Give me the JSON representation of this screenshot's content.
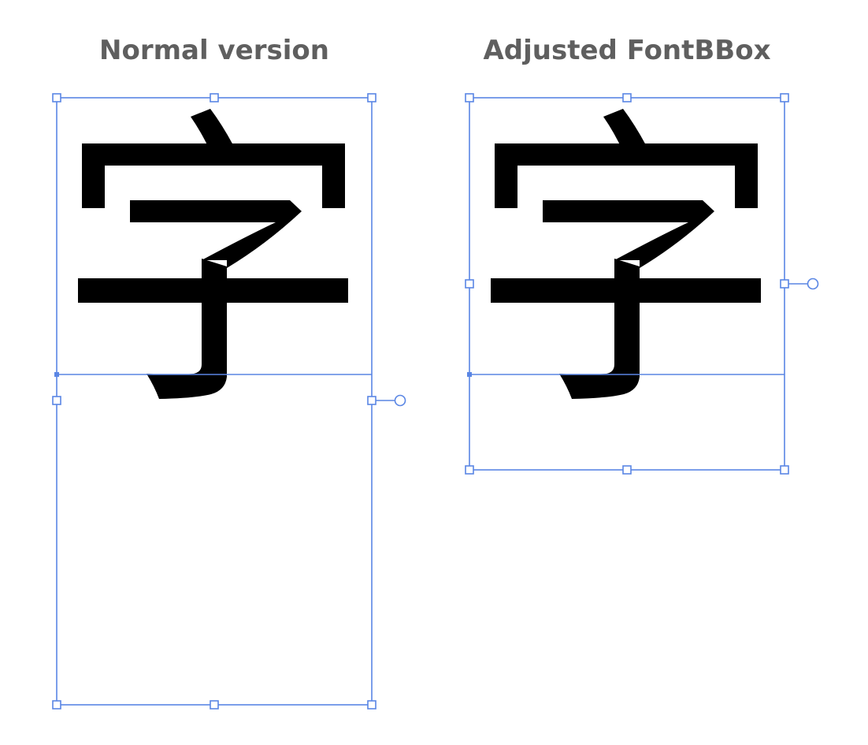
{
  "panels": [
    {
      "id": "normal",
      "title": "Normal version",
      "glyph": "字"
    },
    {
      "id": "adjusted",
      "title": "Adjusted FontBBox",
      "glyph": "字"
    }
  ],
  "colors": {
    "selection": "#5a86e4",
    "title": "#5f5f5f",
    "glyph": "#000000",
    "background": "#ffffff"
  }
}
